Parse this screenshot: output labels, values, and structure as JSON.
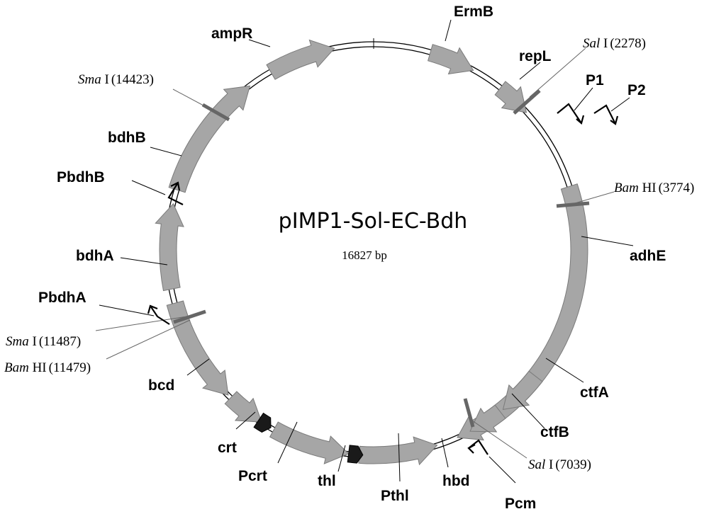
{
  "plasmid": {
    "name": "pIMP1-Sol-EC-Bdh",
    "size": "16827 bp"
  },
  "genes": [
    {
      "key": "ermb",
      "label": "ErmB"
    },
    {
      "key": "repl",
      "label": "repL"
    },
    {
      "key": "adhe",
      "label": "adhE"
    },
    {
      "key": "ctfa",
      "label": "ctfA"
    },
    {
      "key": "ctfb",
      "label": "ctfB"
    },
    {
      "key": "hbd",
      "label": "hbd"
    },
    {
      "key": "thl",
      "label": "thl"
    },
    {
      "key": "crt",
      "label": "crt"
    },
    {
      "key": "bcd",
      "label": "bcd"
    },
    {
      "key": "bdha",
      "label": "bdhA"
    },
    {
      "key": "bdhb",
      "label": "bdhB"
    },
    {
      "key": "ampr",
      "label": "ampR"
    }
  ],
  "promoters": [
    {
      "key": "p1",
      "label": "P1"
    },
    {
      "key": "p2",
      "label": "P2"
    },
    {
      "key": "pcm",
      "label": "Pcm"
    },
    {
      "key": "pthl",
      "label": "Pthl"
    },
    {
      "key": "pcrt",
      "label": "Pcrt"
    },
    {
      "key": "pbdha",
      "label": "PbdhA"
    },
    {
      "key": "pbdhb",
      "label": "PbdhB"
    }
  ],
  "sites": [
    {
      "key": "sal1",
      "enzyme": "Sal",
      "suffix": "I",
      "position": "(2278)"
    },
    {
      "key": "bam1",
      "enzyme": "Bam",
      "suffix": "HI",
      "position": "(3774)"
    },
    {
      "key": "sal2",
      "enzyme": "Sal",
      "suffix": "I",
      "position": "(7039)"
    },
    {
      "key": "sma1",
      "enzyme": "Sma",
      "suffix": "I",
      "position": "(11487)"
    },
    {
      "key": "bam2",
      "enzyme": "Bam",
      "suffix": "HI",
      "position": "(11479)"
    },
    {
      "key": "sma2",
      "enzyme": "Sma",
      "suffix": "I",
      "position": "(14423)"
    }
  ]
}
